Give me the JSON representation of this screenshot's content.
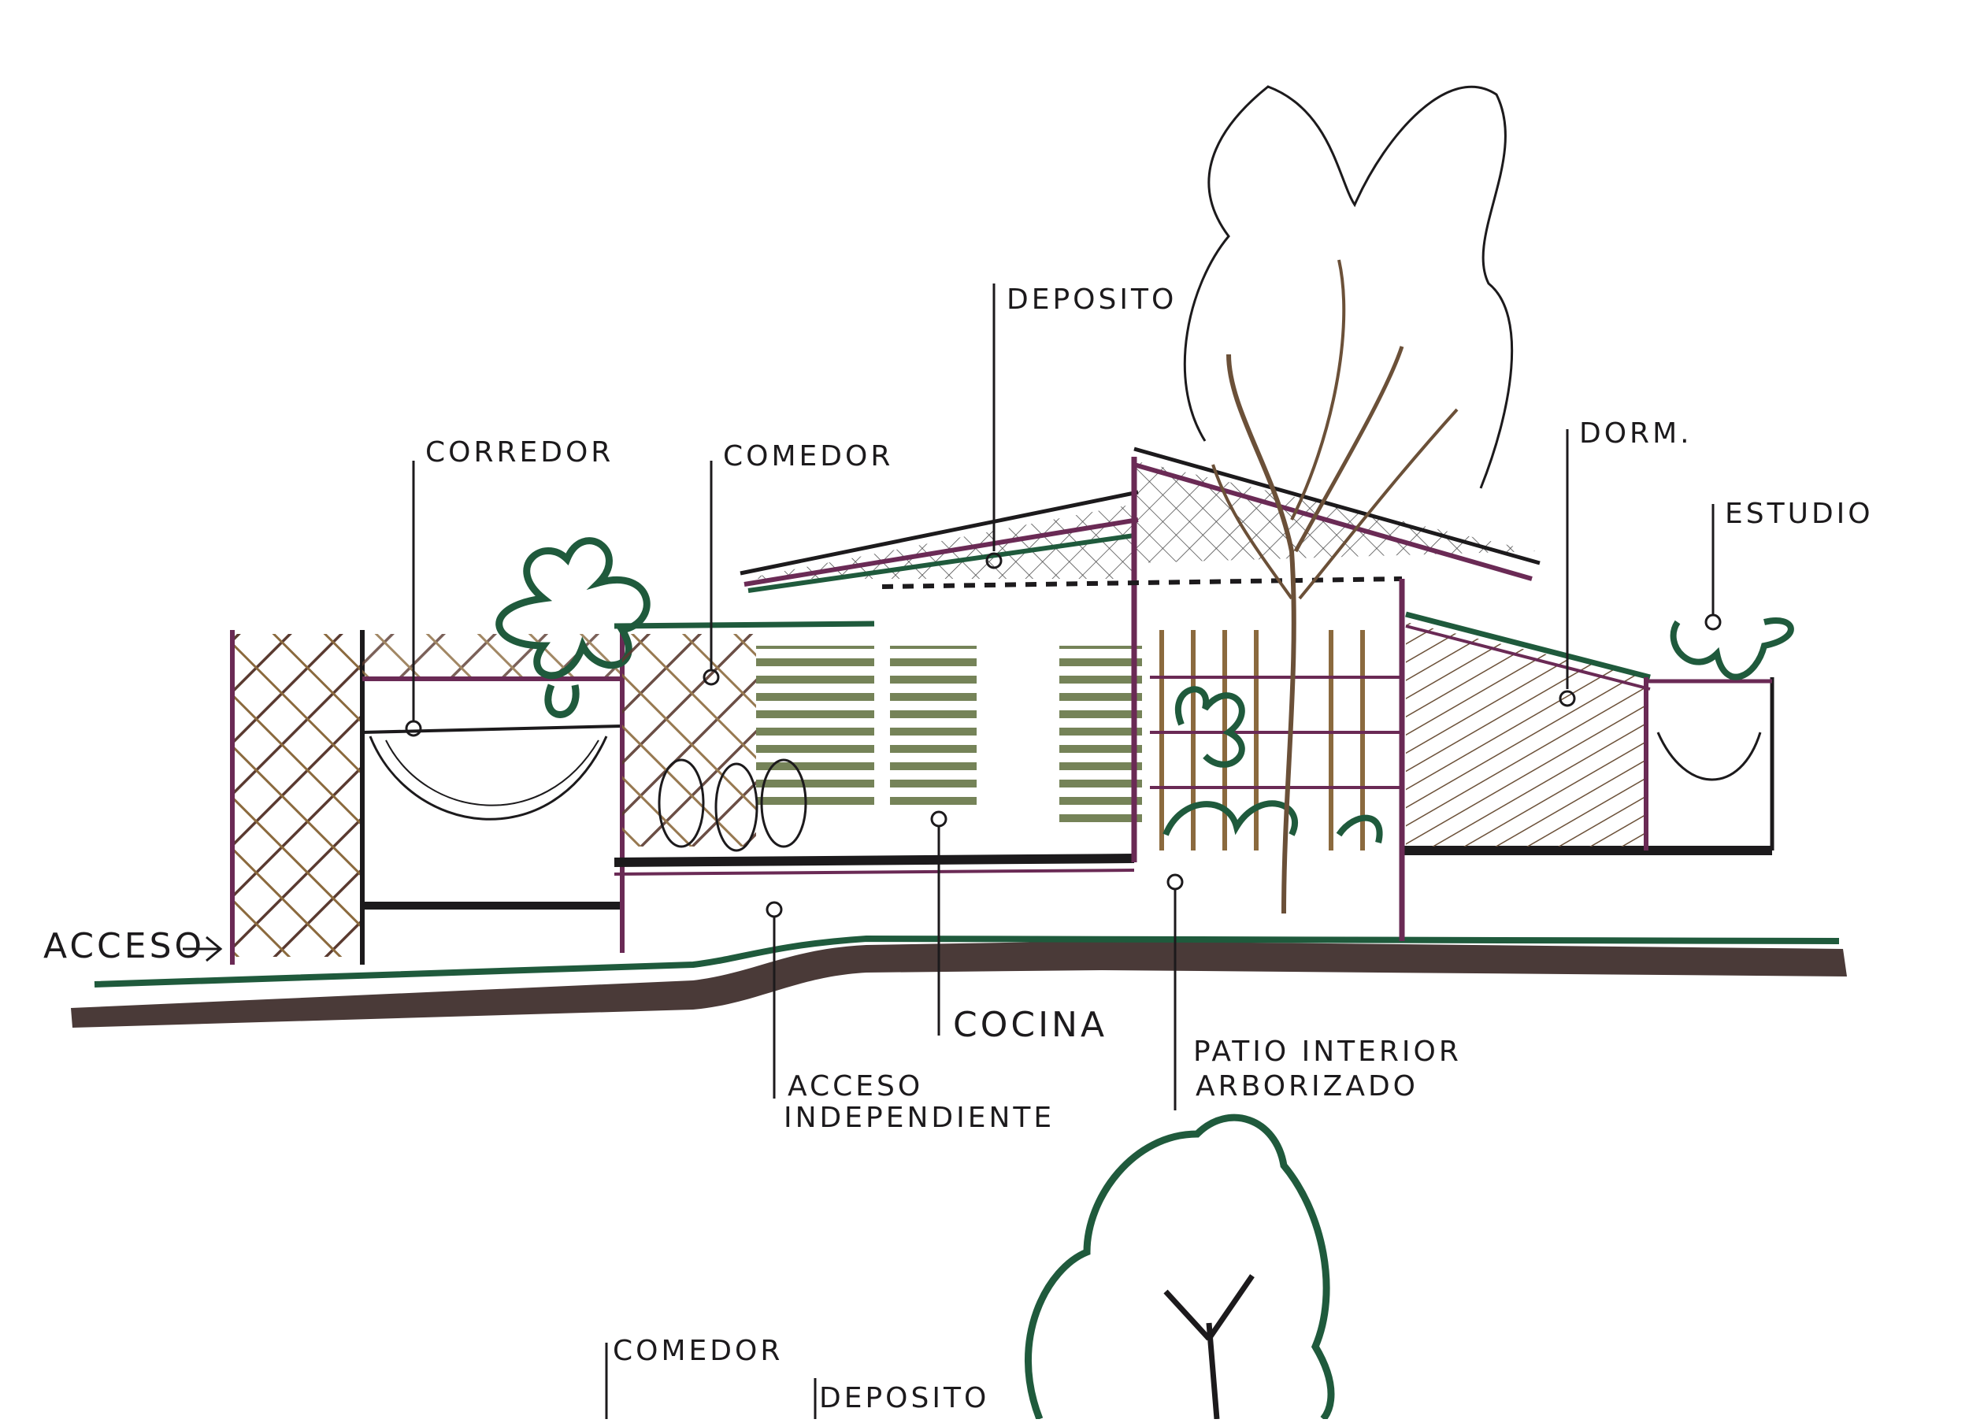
{
  "labels": {
    "corredor": "CORREDOR",
    "comedor": "COMEDOR",
    "deposito": "DEPOSITO",
    "dorm": "DORM.",
    "estudio": "ESTUDIO",
    "acceso": "ACCESO",
    "cocina": "COCINA",
    "acceso_independiente_1": "ACCESO",
    "acceso_independiente_2": "INDEPENDIENTE",
    "patio_1": "PATIO INTERIOR",
    "patio_2": "ARBORIZADO",
    "comedor_bottom": "COMEDOR",
    "deposito_bottom": "DEPOSITO"
  },
  "colors": {
    "ink": "#1c1a1c",
    "green": "#1f5a3c",
    "purple": "#6a2a55",
    "brown": "#4a3a38",
    "olive": "#5d6d3b",
    "tan": "#8b6a3e"
  }
}
